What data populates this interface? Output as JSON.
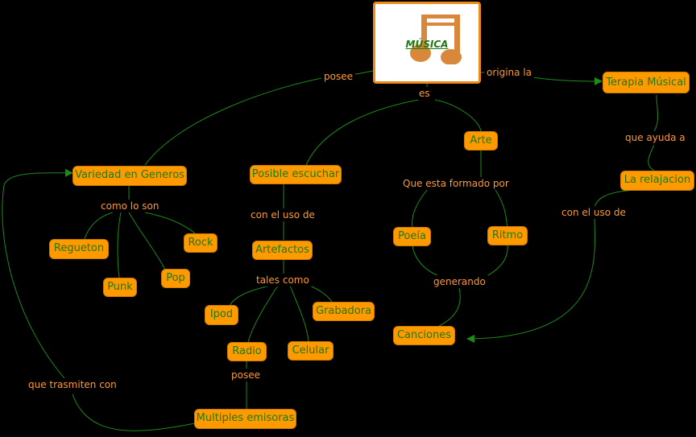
{
  "root": {
    "title": "MÚSICA",
    "icon": "music-note-icon",
    "icon_color": "#d9873a"
  },
  "nodes": {
    "terapia": "Terapia Músical",
    "arte": "Arte",
    "relajacion": "La relajacion",
    "variedad": "Variedad en Generos",
    "posible": "Posible escuchar",
    "regueton": "Regueton",
    "rock": "Rock",
    "pop": "Pop",
    "punk": "Punk",
    "artefactos": "Artefactos",
    "poeia": "Poeía",
    "ritmo": "Ritmo",
    "ipod": "Ipod",
    "grabadora": "Grabadora",
    "radio": "Radio",
    "celular": "Celular",
    "canciones": "Canciones",
    "multiples": "Multiples emisoras"
  },
  "labels": {
    "posee_top": "posee",
    "origina": "origina la",
    "es": "es",
    "que_ayuda": "que ayuda a",
    "como_lo_son": "como lo son",
    "con_uso_1": "con el uso de",
    "que_esta": "Que esta formado por",
    "con_uso_2": "con el uso de",
    "tales_como": "tales como",
    "generando": "generando",
    "posee_radio": "posee",
    "que_trasmiten": "que trasmiten con"
  },
  "colors": {
    "background": "#000000",
    "node_fill": "#ff9900",
    "node_text": "#1f7a12",
    "label_text": "#ff9933",
    "link": "#1f8a1a"
  }
}
